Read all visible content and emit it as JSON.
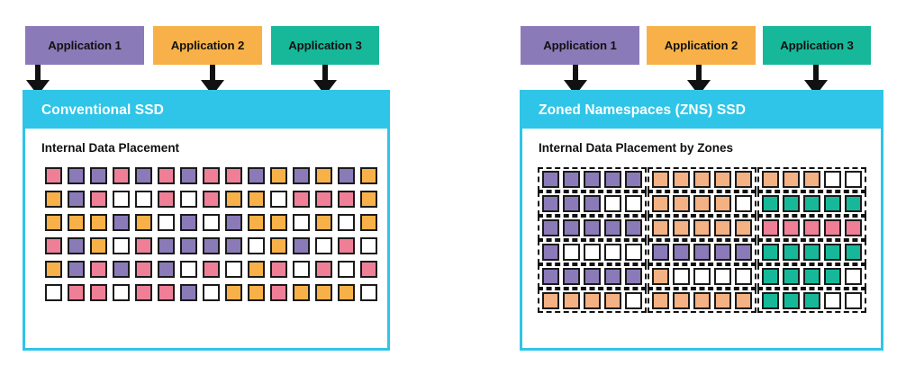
{
  "colors": {
    "purple": "#8b7ab8",
    "orange": "#f7b148",
    "teal": "#17b89a",
    "cyan": "#2fc5e8",
    "pink": "#ef7f97",
    "peach": "#f4b183",
    "white": "#ffffff",
    "outline": "#1a1a1a",
    "text_dark": "#111111",
    "text_light": "#ffffff"
  },
  "panels": [
    {
      "id": "conventional",
      "apps": [
        {
          "label": "Application 1",
          "color_key": "purple",
          "width": 132
        },
        {
          "label": "Application 2",
          "color_key": "orange",
          "width": 121
        },
        {
          "label": "Application 3",
          "color_key": "teal",
          "width": 120
        }
      ],
      "arrow_count": 3,
      "ssd": {
        "title": "Conventional SSD",
        "subtitle": "Internal Data Placement"
      },
      "grid": {
        "rows": 6,
        "cols": 15,
        "cells": [
          [
            "pink",
            "purple",
            "purple",
            "pink",
            "purple",
            "pink",
            "purple",
            "pink",
            "pink",
            "purple",
            "orange",
            "purple",
            "orange",
            "purple",
            "orange"
          ],
          [
            "orange",
            "purple",
            "pink",
            "white",
            "white",
            "pink",
            "white",
            "pink",
            "orange",
            "orange",
            "white",
            "pink",
            "pink",
            "pink",
            "orange"
          ],
          [
            "orange",
            "orange",
            "orange",
            "purple",
            "orange",
            "white",
            "purple",
            "white",
            "purple",
            "orange",
            "orange",
            "white",
            "orange",
            "white",
            "orange"
          ],
          [
            "pink",
            "purple",
            "orange",
            "white",
            "pink",
            "purple",
            "purple",
            "purple",
            "purple",
            "white",
            "orange",
            "purple",
            "white",
            "pink",
            "white"
          ],
          [
            "orange",
            "purple",
            "pink",
            "purple",
            "pink",
            "purple",
            "white",
            "pink",
            "white",
            "orange",
            "pink",
            "white",
            "pink",
            "white",
            "pink"
          ],
          [
            "white",
            "pink",
            "pink",
            "white",
            "pink",
            "pink",
            "purple",
            "white",
            "orange",
            "orange",
            "pink",
            "orange",
            "orange",
            "orange",
            "white"
          ]
        ]
      }
    },
    {
      "id": "zns",
      "apps": [
        {
          "label": "Application 1",
          "color_key": "purple",
          "width": 132
        },
        {
          "label": "Application 2",
          "color_key": "orange",
          "width": 121
        },
        {
          "label": "Application 3",
          "color_key": "teal",
          "width": 120
        }
      ],
      "arrow_count": 3,
      "ssd": {
        "title": "Zoned Namespaces (ZNS) SSD",
        "subtitle": "Internal Data Placement by Zones"
      },
      "zoned_grid": {
        "rows": 6,
        "zones_per_row": 3,
        "cells_per_zone": 5,
        "cells": [
          [
            [
              "purple",
              "purple",
              "purple",
              "purple",
              "purple"
            ],
            [
              "peach",
              "peach",
              "peach",
              "peach",
              "peach"
            ],
            [
              "peach",
              "peach",
              "peach",
              "white",
              "white"
            ]
          ],
          [
            [
              "purple",
              "purple",
              "purple",
              "white",
              "white"
            ],
            [
              "peach",
              "peach",
              "peach",
              "peach",
              "white"
            ],
            [
              "teal",
              "teal",
              "teal",
              "teal",
              "teal"
            ]
          ],
          [
            [
              "purple",
              "purple",
              "purple",
              "purple",
              "purple"
            ],
            [
              "peach",
              "peach",
              "peach",
              "peach",
              "peach"
            ],
            [
              "pink",
              "pink",
              "pink",
              "pink",
              "pink"
            ]
          ],
          [
            [
              "purple",
              "white",
              "white",
              "white",
              "white"
            ],
            [
              "purple",
              "purple",
              "purple",
              "purple",
              "purple"
            ],
            [
              "teal",
              "teal",
              "teal",
              "teal",
              "teal"
            ]
          ],
          [
            [
              "purple",
              "purple",
              "purple",
              "purple",
              "purple"
            ],
            [
              "peach",
              "white",
              "white",
              "white",
              "white"
            ],
            [
              "teal",
              "teal",
              "teal",
              "teal",
              "white"
            ]
          ],
          [
            [
              "peach",
              "peach",
              "peach",
              "peach",
              "white"
            ],
            [
              "peach",
              "peach",
              "peach",
              "peach",
              "peach"
            ],
            [
              "teal",
              "teal",
              "teal",
              "white",
              "white"
            ]
          ]
        ]
      }
    }
  ]
}
